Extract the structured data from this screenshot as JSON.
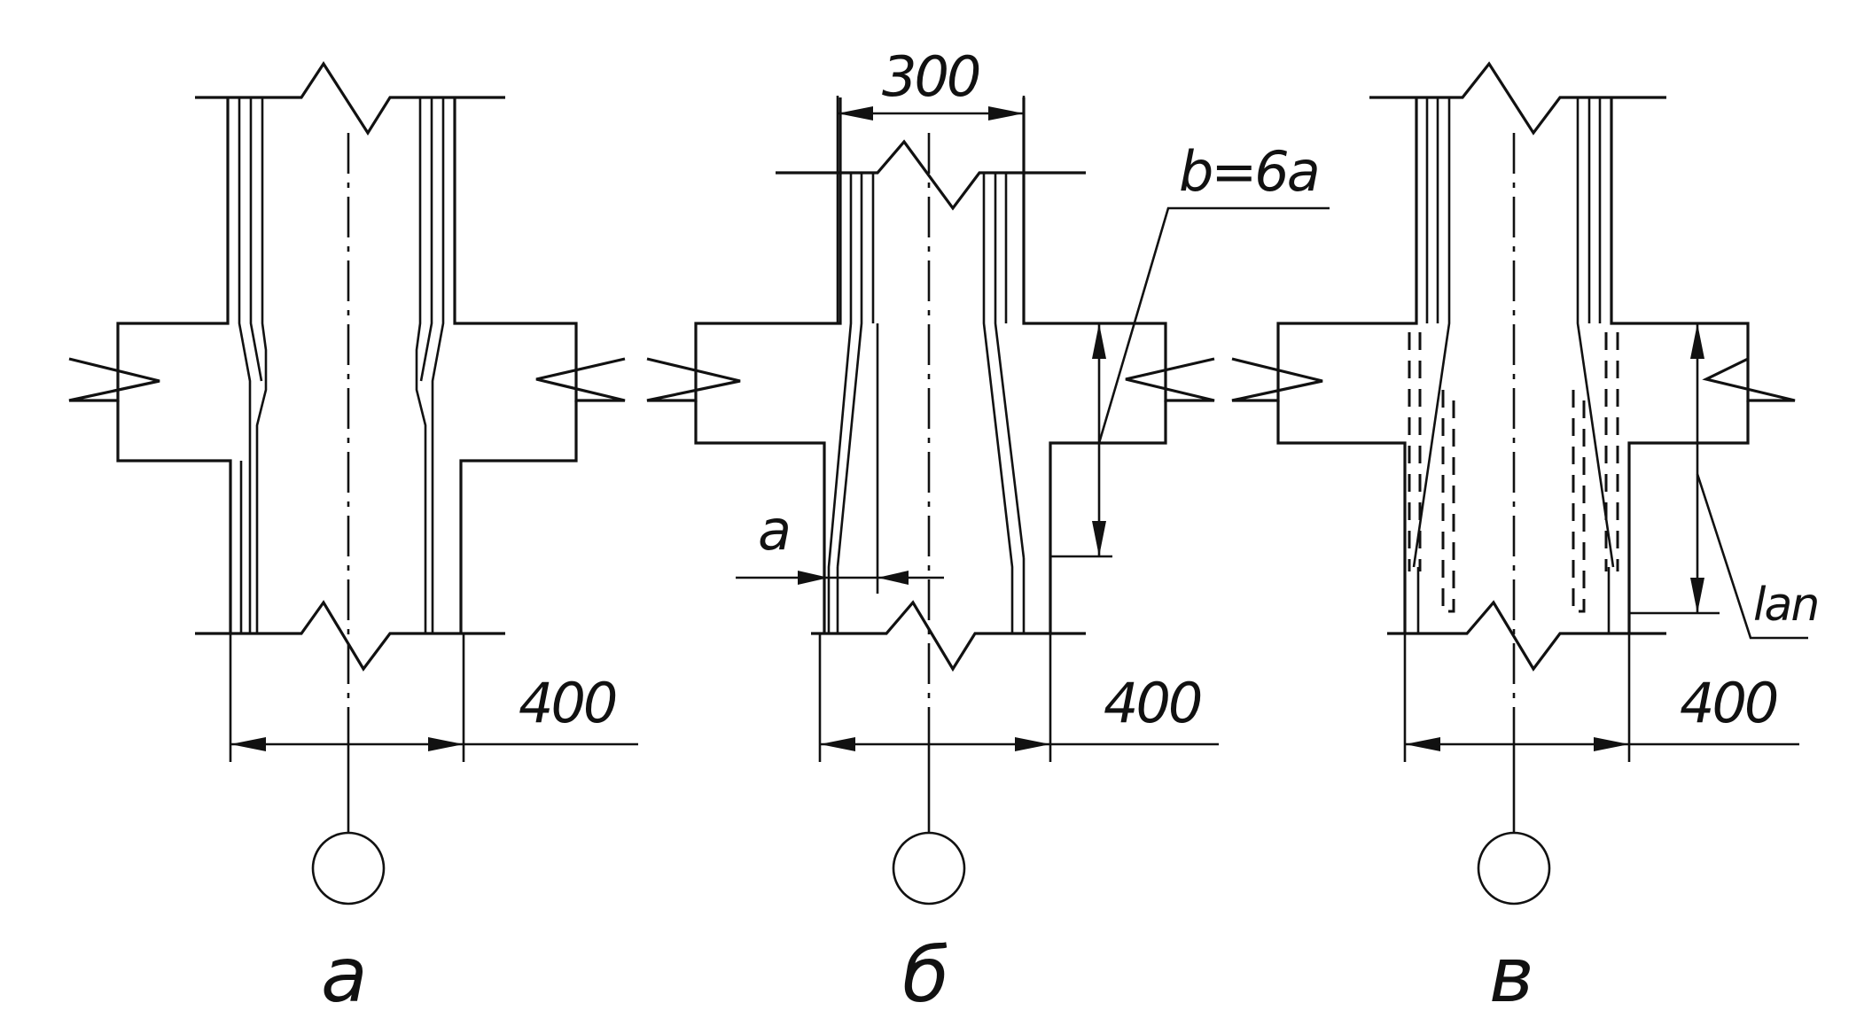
{
  "figures": [
    {
      "id": "a",
      "label": "а",
      "width_dim": "400"
    },
    {
      "id": "b",
      "label": "б",
      "width_dim": "400",
      "top_dim": "300",
      "offset_label": "a",
      "splice_note": "b=6a"
    },
    {
      "id": "v",
      "label": "в",
      "width_dim": "400",
      "anchorage_label": "lan"
    }
  ]
}
